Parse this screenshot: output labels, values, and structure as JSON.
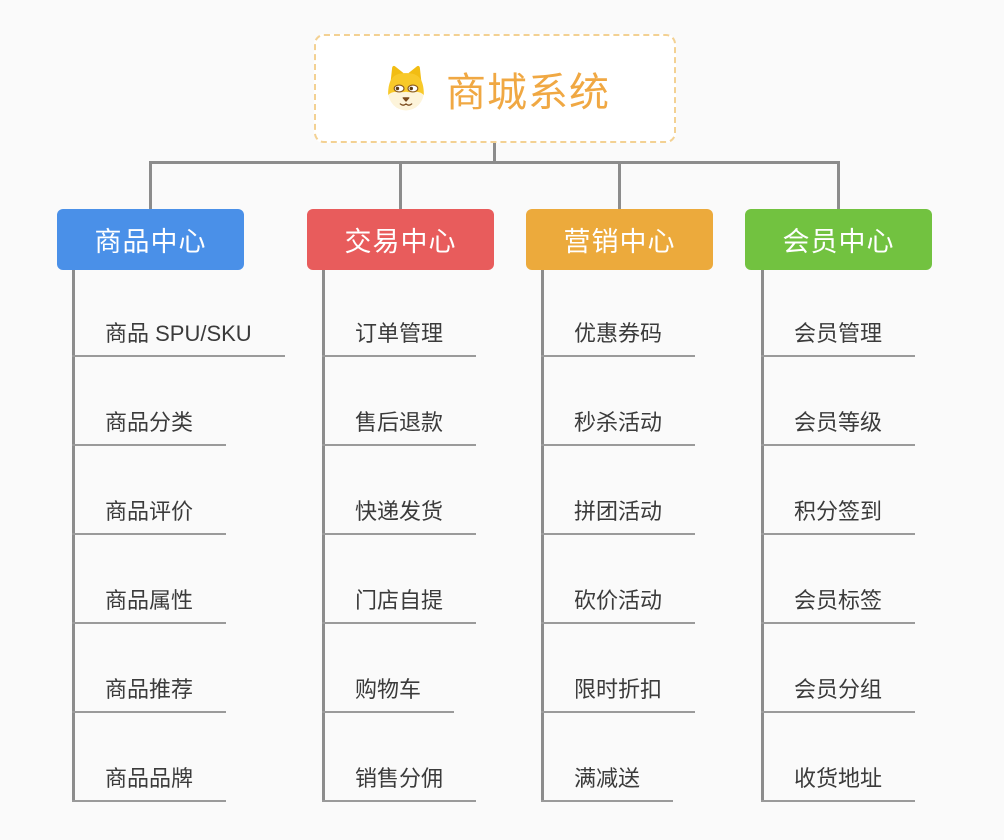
{
  "root": {
    "label": "商城系统",
    "icon": "dog-face-icon"
  },
  "branches": [
    {
      "label": "商品中心",
      "color": "#4a90e8",
      "children": [
        "商品 SPU/SKU",
        "商品分类",
        "商品评价",
        "商品属性",
        "商品推荐",
        "商品品牌"
      ]
    },
    {
      "label": "交易中心",
      "color": "#e85c5c",
      "children": [
        "订单管理",
        "售后退款",
        "快递发货",
        "门店自提",
        "购物车",
        "销售分佣"
      ]
    },
    {
      "label": "营销中心",
      "color": "#ecaa3c",
      "children": [
        "优惠券码",
        "秒杀活动",
        "拼团活动",
        "砍价活动",
        "限时折扣",
        "满减送"
      ]
    },
    {
      "label": "会员中心",
      "color": "#72c240",
      "children": [
        "会员管理",
        "会员等级",
        "积分签到",
        "会员标签",
        "会员分组",
        "收货地址"
      ]
    }
  ],
  "colors": {
    "background": "#fafafa",
    "connector": "#8c8c8c",
    "leaf_underline": "#9a9a9a",
    "leaf_text": "#3b3b3b",
    "root_text": "#f0a843",
    "root_border": "#f3d193"
  }
}
